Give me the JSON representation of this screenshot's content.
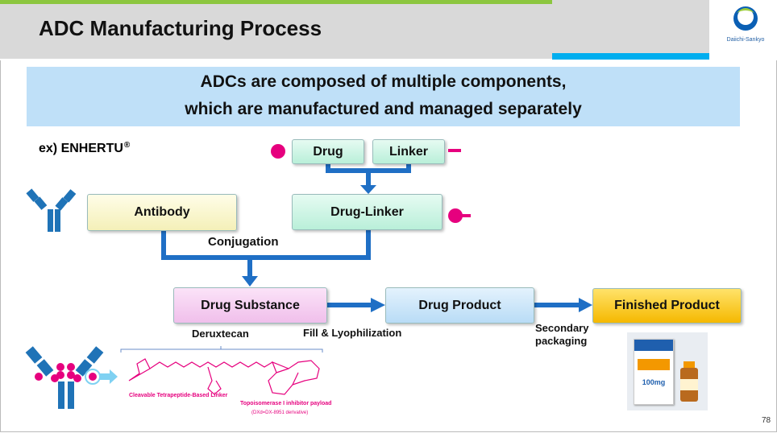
{
  "header": {
    "title": "ADC Manufacturing Process",
    "logo_text": "Daiichi-Sankyo"
  },
  "banner": {
    "line1": "ADCs are composed of multiple components,",
    "line2": "which are manufactured and managed separately"
  },
  "example": {
    "label": "ex) ENHERTU",
    "mark": "®"
  },
  "boxes": {
    "drug": "Drug",
    "linker": "Linker",
    "antibody": "Antibody",
    "drug_linker": "Drug-Linker",
    "drug_substance": "Drug Substance",
    "drug_product": "Drug Product",
    "finished_product": "Finished Product"
  },
  "labels": {
    "conjugation": "Conjugation",
    "deruxtecan": "Deruxtecan",
    "fill": "Fill & Lyophilization",
    "secondary1": "Secondary",
    "secondary2": "packaging"
  },
  "structure": {
    "linker_caption": "Cleavable Tetrapeptide-Based Linker",
    "payload_caption": "Topoisomerase I inhibitor payload",
    "payload_sub": "(DXd=DX-8951 derivative)"
  },
  "product": {
    "box_text": "100mg"
  },
  "page_number": "78",
  "colors": {
    "flow": "#1f6fc5",
    "magenta": "#e6007e",
    "antibody": "#1f73b7"
  }
}
